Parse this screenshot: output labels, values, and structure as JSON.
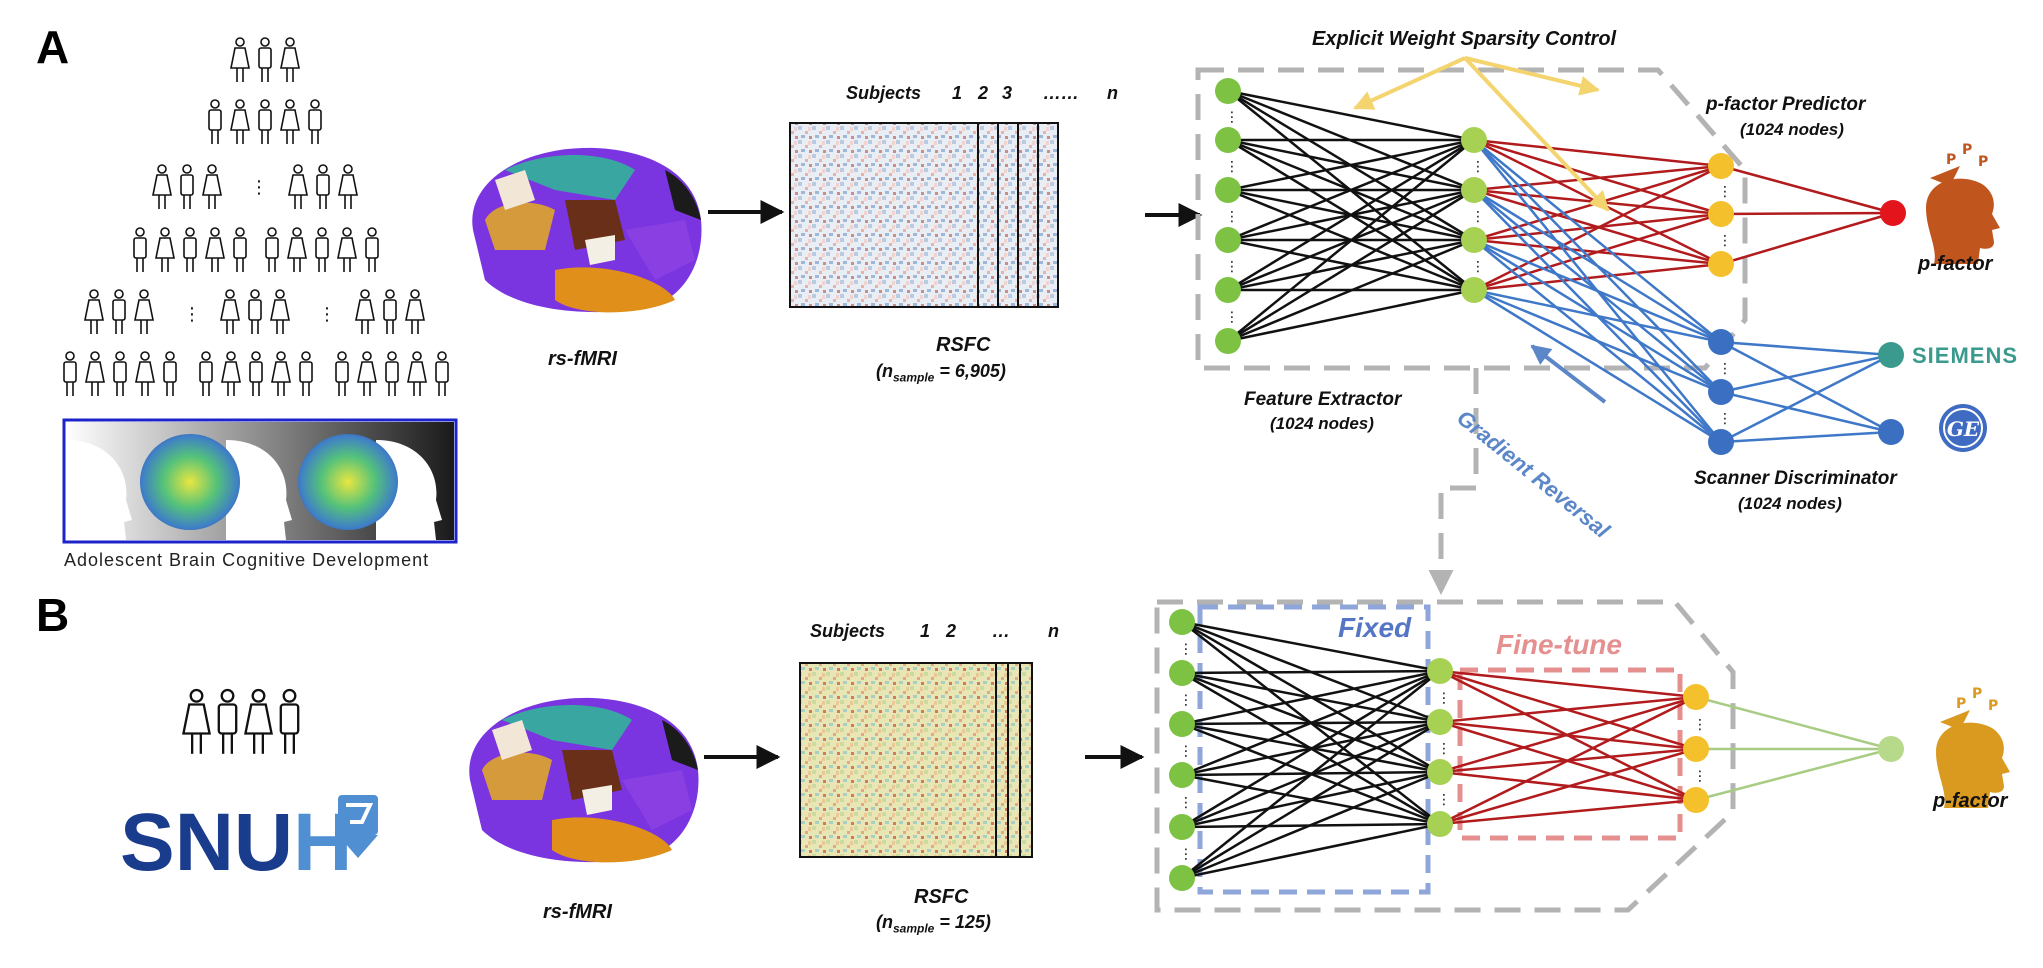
{
  "panels": {
    "a": {
      "letter": "A",
      "dataset_label": "Adolescent Brain Cognitive Development",
      "modality": "rs-fMRI",
      "matrix": {
        "subjects_label": "Subjects",
        "subject_indices": [
          "1",
          "2",
          "3",
          "……",
          "n"
        ],
        "name": "RSFC",
        "n_prefix": "(n",
        "n_sub": "sample",
        "n_value": " = 6,905)"
      },
      "sparsity_label": "Explicit Weight Sparsity Control",
      "feature_extractor": {
        "title": "Feature Extractor",
        "nodes": "(1024 nodes)"
      },
      "predictor": {
        "title": "p-factor Predictor",
        "nodes": "(1024 nodes)"
      },
      "discriminator": {
        "title": "Scanner Discriminator",
        "nodes": "(1024 nodes)"
      },
      "gradient_label": "Gradient Reversal",
      "outcome_label": "p-factor",
      "vendors": {
        "siemens": "SIEMENS",
        "ge": "GE"
      }
    },
    "b": {
      "letter": "B",
      "site_logo": "SNUH",
      "modality": "rs-fMRI",
      "matrix": {
        "subjects_label": "Subjects",
        "subject_indices": [
          "1",
          "2",
          "…",
          "n"
        ],
        "name": "RSFC",
        "n_prefix": "(n",
        "n_sub": "sample",
        "n_value": " = 125)"
      },
      "fixed_label": "Fixed",
      "finetune_label": "Fine-tune",
      "outcome_label": "p-factor"
    }
  },
  "colors": {
    "feature_node": "#7dc242",
    "hidden_node": "#a6d153",
    "predictor_node": "#f4c02c",
    "discriminator_node": "#3b6fc1",
    "output_red": "#e3141b",
    "siemens_node": "#3a9a8d",
    "ge_node": "#3b6fc1",
    "edge_black": "#111111",
    "edge_red": "#b11b1d",
    "edge_blue": "#3f78c8",
    "sparsity_arrow": "#f3d46f",
    "fixed_box": "#8ea6da",
    "finetune_box": "#e58f8f",
    "b_output_node": "#b7d98a",
    "b_output_edge": "#a8cc84",
    "siemens_text": "#3a9a8d",
    "snuh_dark": "#1a3c8c",
    "snuh_light": "#4f8fd2",
    "head_a": "#c0561e",
    "head_b": "#d99a1f"
  }
}
